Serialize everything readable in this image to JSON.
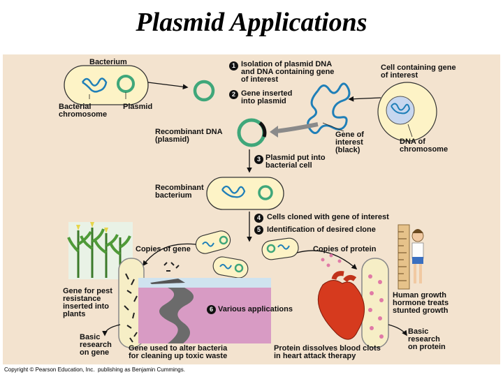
{
  "title": "Plasmid Applications",
  "colors": {
    "panel": "#f3e3cf",
    "cell": "#fdf3c6",
    "plasmid": "#3fa77a",
    "dna": "#1f7fb8",
    "heart": "#d63a1e",
    "pink_field": "#d89bc4"
  },
  "labels": {
    "bacterium": "Bacterium",
    "bacterial_chromosome": "Bacterial\nchromosome",
    "plasmid": "Plasmid",
    "recombinant_dna": "Recombinant DNA\n(plasmid)",
    "gene_of_interest": "Gene of\ninterest\n(black)",
    "dna_of_chromosome": "DNA of\nchromosome",
    "cell_containing_gene": "Cell containing gene\nof interest",
    "recombinant_bacterium": "Recombinant\nbacterium",
    "copies_of_gene": "Copies of gene",
    "copies_of_protein": "Copies of protein",
    "gene_pest": "Gene for pest\nresistance\ninserted into\nplants",
    "basic_research_gene": "Basic\nresearch\non gene",
    "gene_bacteria_waste": "Gene used to alter bacteria\nfor cleaning up toxic waste",
    "protein_clots": "Protein dissolves blood clots\nin heart attack therapy",
    "human_growth": "Human growth\nhormone treats\nstunted growth",
    "basic_research_protein": "Basic\nresearch\non protein"
  },
  "steps": [
    {
      "number": "1",
      "text": "Isolation of plasmid DNA\nand DNA containing gene\nof interest"
    },
    {
      "number": "2",
      "text": "Gene inserted\ninto plasmid"
    },
    {
      "number": "3",
      "text": "Plasmid put into\nbacterial cell"
    },
    {
      "number": "4",
      "text": "Cells cloned with gene of interest"
    },
    {
      "number": "5",
      "text": "Identification of desired clone"
    },
    {
      "number": "6",
      "text": "Various applications"
    }
  ],
  "copyright": "Copyright © Pearson Education, Inc.  publishing as Benjamin Cummings."
}
